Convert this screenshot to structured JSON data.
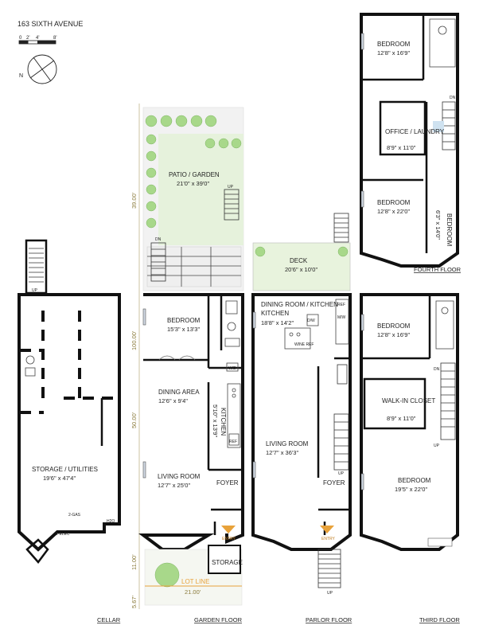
{
  "address": "163 SIXTH AVENUE",
  "scale": {
    "ticks": [
      "0",
      "2'",
      "4'",
      "8'"
    ]
  },
  "compass": {
    "north_label": "N"
  },
  "colors": {
    "wall": "#111111",
    "lawn": "#e6f2dc",
    "tree": "#a8d88a",
    "lot_line": "#e8a23a",
    "entry_arrow": "#e8a23a",
    "dimension": "#8a7a3a"
  },
  "floors": {
    "cellar": {
      "name": "CELLAR",
      "room": {
        "name": "STORAGE / UTILITIES",
        "size": "19'6\" x 47'4\""
      },
      "labels": {
        "gas": "2-GAS",
        "elec": "2-ELEC",
        "h2o": "H2O",
        "up": "UP"
      }
    },
    "garden": {
      "name": "GARDEN FLOOR",
      "patio": {
        "name": "PATIO / GARDEN",
        "size": "21'0\" x 39'0\""
      },
      "bedroom": {
        "name": "BEDROOM",
        "size": "15'3\" x 13'3\""
      },
      "dining": {
        "name": "DINING AREA",
        "size": "12'6\" x 9'4\""
      },
      "kitchen": {
        "name": "KITCHEN",
        "size": "5'10\" x 13'9\""
      },
      "living": {
        "name": "LIVING ROOM",
        "size": "12'7\" x 25'0\""
      },
      "foyer": "FOYER",
      "storage": "STORAGE",
      "entry": "ENTRY",
      "lot_line": "LOT LINE",
      "labels": {
        "up": "UP",
        "dn": "DN",
        "wd": "W/D",
        "ref": "REF",
        "dw": "D"
      },
      "dimensions": {
        "d1": "39.00'",
        "d2": "100.00'",
        "d3": "50.00'",
        "d4": "11.00'",
        "d5": "5.67'",
        "width": "21.00'"
      }
    },
    "parlor": {
      "name": "PARLOR FLOOR",
      "deck": {
        "name": "DECK",
        "size": "20'6\" x 10'0\""
      },
      "dining": {
        "name": "DINING ROOM / KITCHEN",
        "size": "18'8\" x 14'2\""
      },
      "living": {
        "name": "LIVING ROOM",
        "size": "12'7\" x 36'3\""
      },
      "foyer": "FOYER",
      "entry": "ENTRY",
      "labels": {
        "up": "UP",
        "ref": "REF",
        "mw": "M/W",
        "dw": "D/W",
        "wine_ref": "WINE REF"
      }
    },
    "third": {
      "name": "THIRD FLOOR",
      "bedroom1": {
        "name": "BEDROOM",
        "size": "12'8\" x 16'9\""
      },
      "closet": {
        "name": "WALK-IN CLOSET",
        "size": "8'9\" x 11'0\""
      },
      "bedroom2": {
        "name": "BEDROOM",
        "size": "19'5\" x 22'0\""
      },
      "labels": {
        "dn": "DN",
        "up": "UP"
      }
    },
    "fourth": {
      "name": "FOURTH FLOOR",
      "bedroom1": {
        "name": "BEDROOM",
        "size": "12'8\" x 16'9\""
      },
      "office": {
        "name": "OFFICE / LAUNDRY",
        "size": "8'9\" x 11'0\""
      },
      "bedroom2": {
        "name": "BEDROOM",
        "size": "12'8\" x 22'0\""
      },
      "bedroom3": {
        "name": "BEDROOM",
        "size": "6'3\" x 14'0\""
      },
      "labels": {
        "dn": "DN"
      }
    }
  }
}
